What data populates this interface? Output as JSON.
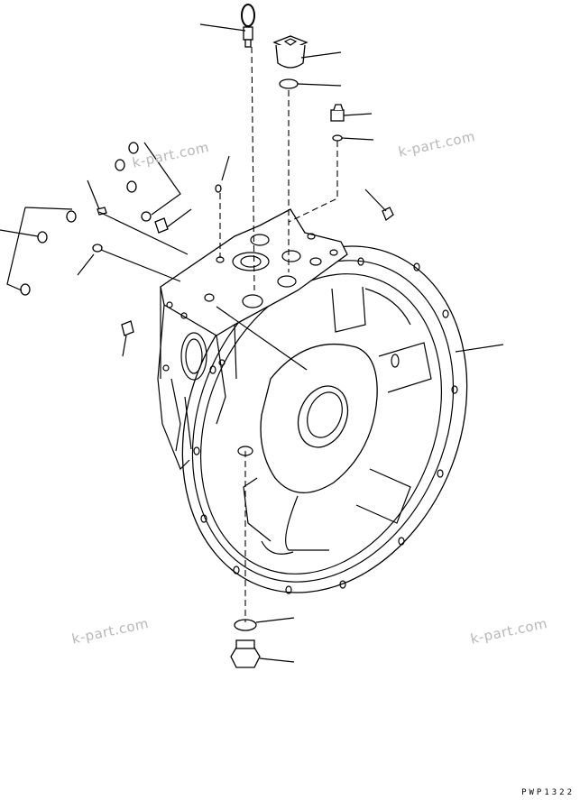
{
  "watermarks": [
    "k-part.com",
    "k-part.com",
    "k-part.com",
    "k-part.com"
  ],
  "drawing_code": "PWP1322",
  "colors": {
    "line": "#000000",
    "watermark": "#b8b8b8",
    "background": "#ffffff"
  }
}
